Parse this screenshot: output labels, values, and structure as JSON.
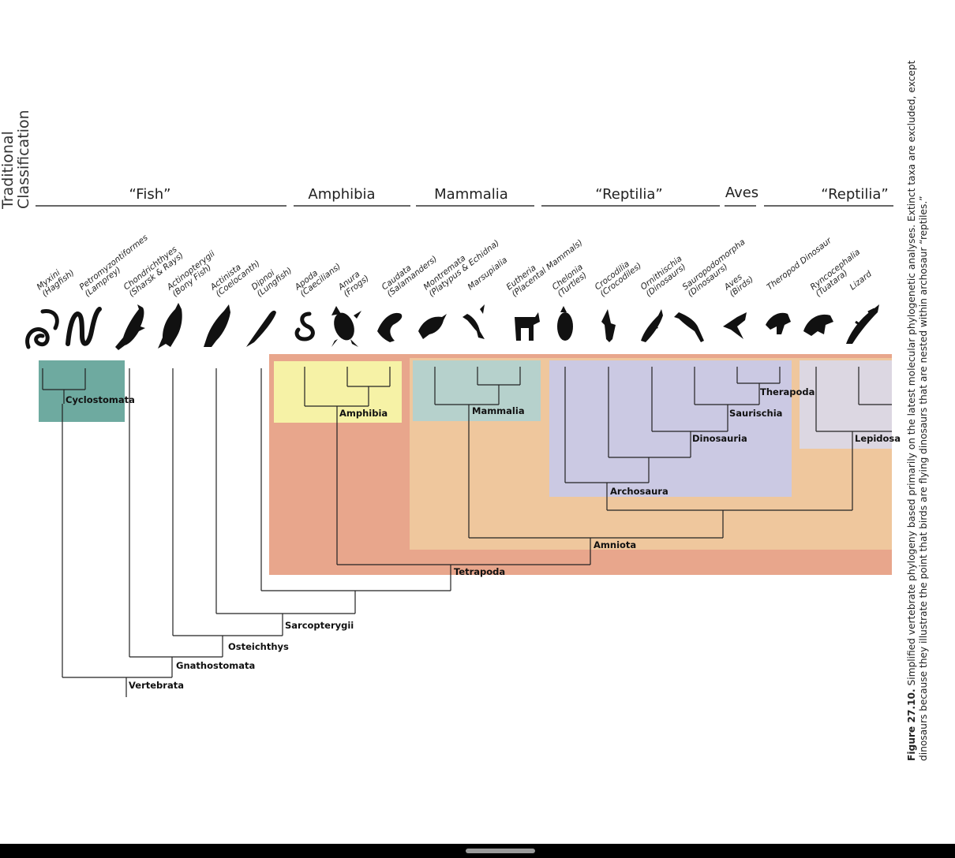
{
  "traditional_label_line1": "Traditional",
  "traditional_label_line2": "Classification",
  "groups": [
    {
      "label": "“Fish”"
    },
    {
      "label": "Amphibia"
    },
    {
      "label": "Mammalia"
    },
    {
      "label": "“Reptilia”"
    },
    {
      "label": "Aves"
    },
    {
      "label": "“Reptilia”"
    }
  ],
  "taxa": [
    {
      "name": "Myxini",
      "common": "(Hagfish)",
      "icon": "hagfish-icon"
    },
    {
      "name": "Petromyzontiformes",
      "common": "(Lamprey)",
      "icon": "lamprey-icon"
    },
    {
      "name": "Chondrichthyes",
      "common": "(Sharsk & Rays)",
      "icon": "shark-icon"
    },
    {
      "name": "Actinopterygii",
      "common": "(Bony Fish)",
      "icon": "bony-fish-icon"
    },
    {
      "name": "Actinista",
      "common": "(Coelocanth)",
      "icon": "coelacanth-icon"
    },
    {
      "name": "Dipnoi",
      "common": "(Lungfish)",
      "icon": "lungfish-icon"
    },
    {
      "name": "Apoda",
      "common": "(Caecilians)",
      "icon": "caecilian-icon"
    },
    {
      "name": "Anura",
      "common": "(Frogs)",
      "icon": "frog-icon"
    },
    {
      "name": "Caudata",
      "common": "(Salamanders)",
      "icon": "salamander-icon"
    },
    {
      "name": "Montremata",
      "common": "(Platypus & Echidna)",
      "icon": "platypus-icon"
    },
    {
      "name": "Marsupialia",
      "common": "",
      "icon": "kangaroo-icon"
    },
    {
      "name": "Eutheria",
      "common": "(Placental Mammals)",
      "icon": "placental-mammal-icon"
    },
    {
      "name": "Chelonia",
      "common": "(Turtles)",
      "icon": "turtle-icon"
    },
    {
      "name": "Crocodilia",
      "common": "(Crocodiles)",
      "icon": "crocodile-icon"
    },
    {
      "name": "Ornithischia",
      "common": "(Dinosaurs)",
      "icon": "ornithischian-icon"
    },
    {
      "name": "Sauropodomorpha",
      "common": "(Dinosaurs)",
      "icon": "sauropod-icon"
    },
    {
      "name": "Aves",
      "common": "(Birds)",
      "icon": "bird-icon"
    },
    {
      "name": "Theropod Dinosaur",
      "common": "",
      "icon": "theropod-icon"
    },
    {
      "name": "Ryncocephalia",
      "common": "(Tuatara)",
      "icon": "tuatara-icon"
    },
    {
      "name": "Lizard",
      "common": "",
      "icon": "lizard-icon"
    }
  ],
  "clades": [
    {
      "label": "Cyclostomata"
    },
    {
      "label": "Amphibia"
    },
    {
      "label": "Mammalia"
    },
    {
      "label": "Therapoda"
    },
    {
      "label": "Saurischia"
    },
    {
      "label": "Dinosauria"
    },
    {
      "label": "Archosaura"
    },
    {
      "label": "Lepidosa"
    },
    {
      "label": "Amniota"
    },
    {
      "label": "Tetrapoda"
    },
    {
      "label": "Sarcopterygii"
    },
    {
      "label": "Osteichthys"
    },
    {
      "label": "Gnathostomata"
    },
    {
      "label": "Vertebrata"
    }
  ],
  "colors": {
    "tetrapoda": "#e8a68c",
    "amniota": "#efc79d",
    "amphibia": "#f6f2a6",
    "mammalia": "#b6d1cc",
    "archosaura": "#cbc9e3",
    "lepidosaura": "#dcd7e2",
    "cyclostomata": "#6eaaa0",
    "ink": "#111111"
  },
  "caption": {
    "figure_label": "Figure 27.10.",
    "text": "Simplified vertebrate phylogeny based primarily on the latest molecular phylogenetic analyses. Extinct taxa are excluded, except dinosaurs because they illustrate the point that birds are flying dinosaurs that are nested within archosaur “reptiles.”"
  }
}
